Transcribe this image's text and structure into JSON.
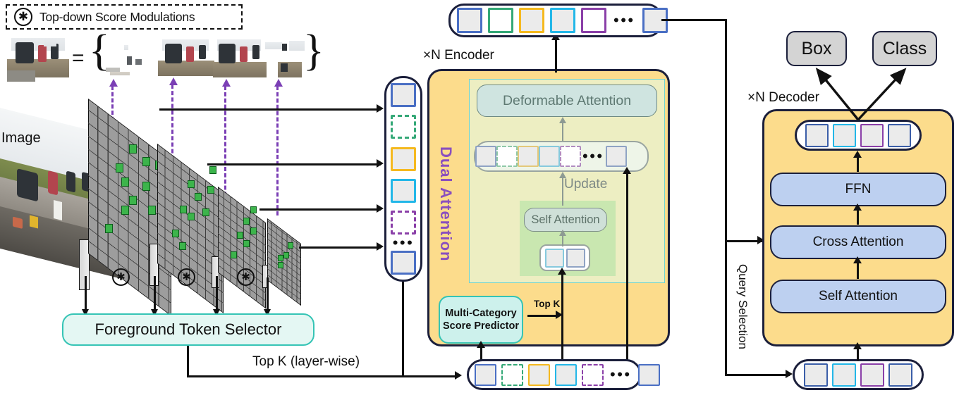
{
  "legend": {
    "icon": "asterisk-icon",
    "label": "Top-down Score Modulations"
  },
  "patch_row": {
    "equals": "=",
    "open_brace": "{",
    "close_brace": "}",
    "n_patches": 4
  },
  "image": {
    "label": "Image"
  },
  "backbone": {
    "modulation_icon": "asterisk-icon",
    "n_feature_maps": 4,
    "n_modulations": 3
  },
  "foreground_selector": {
    "label": "Foreground Token Selector"
  },
  "topk_layerwise": {
    "label": "Top K (layer-wise)"
  },
  "encoder": {
    "title": "×N Encoder",
    "dual_attention": "Dual  Attention",
    "deformable_attention": "Deformable Attention",
    "self_attention": "Self Attention",
    "update": "Update",
    "score_predictor": {
      "line1": "Multi-Category",
      "line2": "Score Predictor"
    },
    "topk": "Top K"
  },
  "decoder": {
    "title": "×N Decoder",
    "query_selection": "Query Selection",
    "ffn": "FFN",
    "cross_attention": "Cross Attention",
    "self_attention": "Self Attention"
  },
  "outputs": {
    "box": "Box",
    "class": "Class"
  },
  "tokens": {
    "ellipsis": "•••",
    "top_strip": [
      {
        "color": "#4a6fc4",
        "style": "solid",
        "fill": "filled"
      },
      {
        "color": "#34a877",
        "style": "solid",
        "fill": "empty"
      },
      {
        "color": "#f5b91f",
        "style": "solid",
        "fill": "filled"
      },
      {
        "color": "#23b7e8",
        "style": "solid",
        "fill": "filled"
      },
      {
        "color": "#8a3fa8",
        "style": "solid",
        "fill": "empty"
      },
      {
        "color": "#4a6fc4",
        "style": "solid",
        "fill": "filled"
      }
    ],
    "vertical_strip": [
      {
        "color": "#4a6fc4",
        "style": "solid",
        "fill": "filled"
      },
      {
        "color": "#34a877",
        "style": "dashed",
        "fill": "empty"
      },
      {
        "color": "#f5b91f",
        "style": "solid",
        "fill": "filled"
      },
      {
        "color": "#23b7e8",
        "style": "solid",
        "fill": "filled"
      },
      {
        "color": "#8a3fa8",
        "style": "dashed",
        "fill": "empty"
      },
      {
        "color": "#4a6fc4",
        "style": "solid",
        "fill": "filled"
      }
    ],
    "encoder_inner_strip": [
      {
        "color": "#8fa3c4",
        "style": "solid",
        "fill": "filled"
      },
      {
        "color": "#8fc9a8",
        "style": "dashed",
        "fill": "empty"
      },
      {
        "color": "#e3c87a",
        "style": "solid",
        "fill": "filled"
      },
      {
        "color": "#86c9dd",
        "style": "solid",
        "fill": "filled"
      },
      {
        "color": "#b08cc0",
        "style": "dashed",
        "fill": "empty"
      },
      {
        "color": "#8fa3c4",
        "style": "solid",
        "fill": "filled"
      }
    ],
    "self_attn_tokens": [
      {
        "color": "#86c9dd",
        "style": "solid",
        "fill": "filled"
      },
      {
        "color": "#8fa3c4",
        "style": "solid",
        "fill": "filled"
      }
    ],
    "bottom_strip": [
      {
        "color": "#4a6fc4",
        "style": "solid",
        "fill": "filled"
      },
      {
        "color": "#34a877",
        "style": "dashed",
        "fill": "empty"
      },
      {
        "color": "#f5b91f",
        "style": "solid",
        "fill": "filled"
      },
      {
        "color": "#23b7e8",
        "style": "solid",
        "fill": "filled"
      },
      {
        "color": "#8a3fa8",
        "style": "dashed",
        "fill": "empty"
      },
      {
        "color": "#4a6fc4",
        "style": "solid",
        "fill": "filled"
      }
    ],
    "decoder_queries": [
      {
        "color": "#3b5ea8",
        "style": "solid",
        "fill": "filled"
      },
      {
        "color": "#23b7e8",
        "style": "solid",
        "fill": "filled"
      },
      {
        "color": "#8a3fa8",
        "style": "solid",
        "fill": "filled"
      },
      {
        "color": "#3b5ea8",
        "style": "solid",
        "fill": "filled"
      }
    ],
    "decoder_queries_bottom": [
      {
        "color": "#3b5ea8",
        "style": "solid",
        "fill": "filled"
      },
      {
        "color": "#23b7e8",
        "style": "solid",
        "fill": "filled"
      },
      {
        "color": "#8a3fa8",
        "style": "solid",
        "fill": "filled"
      },
      {
        "color": "#3b5ea8",
        "style": "solid",
        "fill": "filled"
      }
    ]
  },
  "colors": {
    "panel_yellow": "#fcdc8c",
    "teal_accent": "#35c4b5",
    "purple_accent": "#8a4fbe",
    "decoder_block_blue": "#bdd0f0",
    "output_gray": "#d4d4d4",
    "foreground_cell_green": "#3cb44b",
    "dashed_modulation_purple": "#7b3fb5"
  }
}
